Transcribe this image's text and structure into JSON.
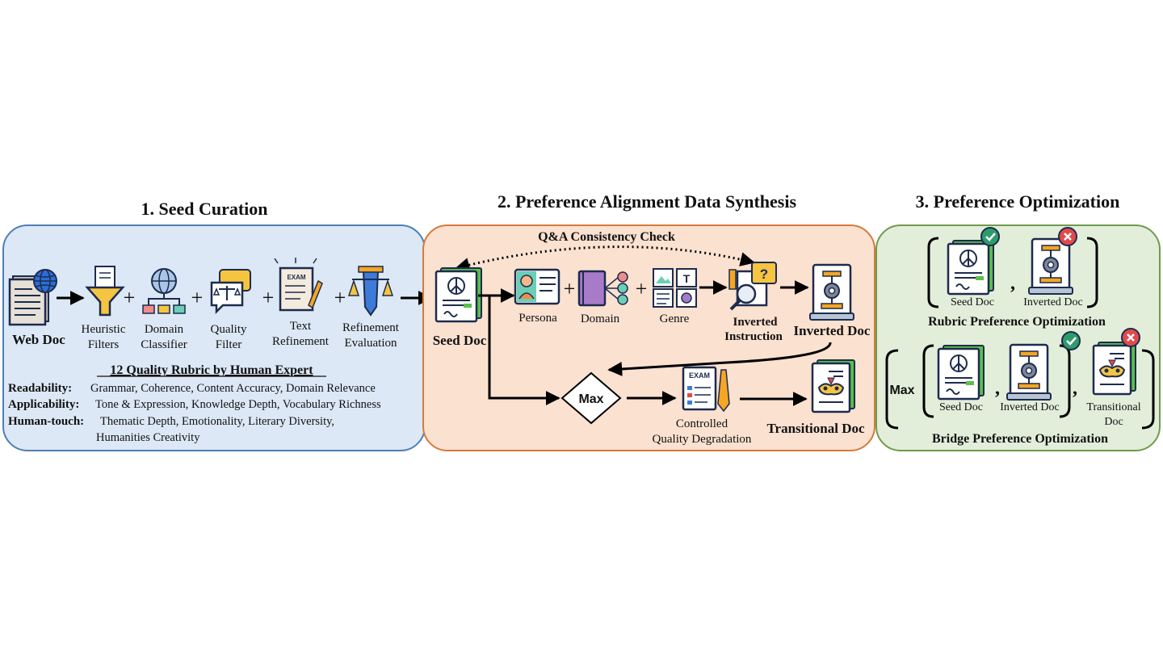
{
  "sections": {
    "seed_curation": {
      "title": "1. Seed Curation",
      "title_color": "#2E5C8A",
      "bg_color": "#DCE8F5",
      "border_color": "#4F7FB5",
      "steps": {
        "web_doc": "Web Doc",
        "heuristic_1": "Heuristic",
        "heuristic_2": "Filters",
        "domain_1": "Domain",
        "domain_2": "Classifier",
        "quality_1": "Quality",
        "quality_2": "Filter",
        "text_1": "Text",
        "text_2": "Refinement",
        "refeval_1": "Refinement",
        "refeval_2": "Evaluation"
      },
      "plus": "+",
      "rubric_title": "12 Quality Rubric by Human Expert",
      "rubric": {
        "readability_label": "Readability:",
        "readability_items": "Grammar, Coherence, Content Accuracy, Domain Relevance",
        "applicability_label": "Applicability:",
        "applicability_items": "Tone & Expression, Knowledge Depth, Vocabulary Richness",
        "humantouch_label": "Human-touch:",
        "humantouch_items_1": "Thematic Depth, Emotionality, Literary Diversity,",
        "humantouch_items_2": "Humanities Creativity"
      },
      "label_color": "#E8140C"
    },
    "synthesis": {
      "title": "2. Preference Alignment Data Synthesis",
      "title_color": "#C4641C",
      "bg_color": "#FBE1D0",
      "border_color": "#D77A3A",
      "qa_check": "Q&A Consistency Check",
      "seed_doc": "Seed Doc",
      "persona": "Persona",
      "domain": "Domain",
      "genre": "Genre",
      "inv_instr_1": "Inverted",
      "inv_instr_2": "Instruction",
      "inverted_doc": "Inverted Doc",
      "max": "Max",
      "cqd_1": "Controlled",
      "cqd_2": "Quality Degradation",
      "transitional_doc": "Transitional Doc",
      "exam": "EXAM"
    },
    "optimization": {
      "title": "3. Preference Optimization",
      "title_color": "#5E8A3A",
      "bg_color": "#E2EEDA",
      "border_color": "#6F9A4C",
      "seed_doc": "Seed Doc",
      "inverted_doc": "Inverted Doc",
      "comma": ",",
      "rubric_po": "Rubric Preference Optimization",
      "max": "Max",
      "transitional_1": "Transitional",
      "transitional_2": "Doc",
      "bridge_po": "Bridge Preference Optimization",
      "po_color": "#E8140C"
    }
  },
  "icons": {
    "globe": "globe-icon",
    "funnel": "funnel-icon",
    "check": "check-icon",
    "cross": "cross-icon",
    "scales": "scales-icon",
    "gear": "gear-icon",
    "peace": "peace-icon",
    "mask": "mask-icon"
  },
  "colors": {
    "arrow": "#000000",
    "check": "#2E9B6A",
    "cross": "#E24A4A",
    "green_doc": "#5BC04A",
    "navy": "#1D2B4E"
  }
}
